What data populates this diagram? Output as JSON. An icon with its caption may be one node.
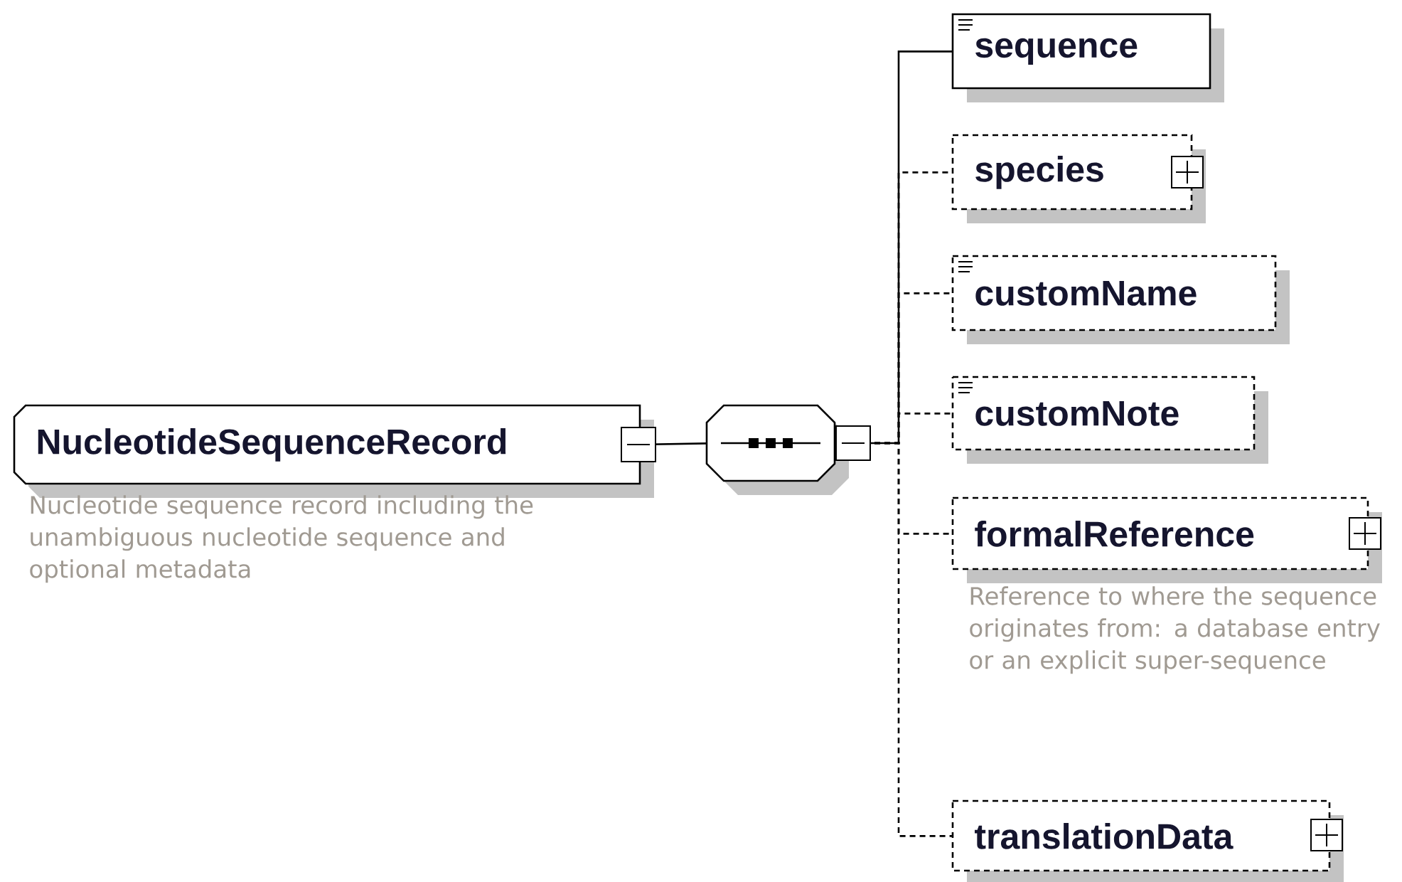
{
  "diagram": {
    "nodes": [
      {
        "text": [
          "NucleotideSequenceRecord"
        ],
        "beside": [
          "Nucleotide sequence record including the unambiguous nucleotide sequence and optional metadata"
        ]
      },
      {
        "text": [],
        "shape": "octagon"
      },
      {
        "text": [
          "sequence"
        ]
      },
      {
        "text": [
          "species"
        ]
      },
      {
        "text": [
          "customName"
        ]
      },
      {
        "text": [
          "customNote"
        ]
      },
      {
        "text": [
          "formalReference"
        ],
        "beside": [
          "Reference to where the sequence originates from: a database entry or an explicit super-sequence"
        ]
      },
      {
        "text": [
          "translationData"
        ]
      }
    ],
    "edges": [
      {
        "from": 0,
        "to": 1,
        "arrow": "other"
      },
      {
        "from": 1,
        "to": 2,
        "arrow": "other"
      },
      {
        "from": 1,
        "to": 3,
        "arrow": "other",
        "style": "dashed"
      },
      {
        "from": 1,
        "to": 4,
        "arrow": "other",
        "style": "dashed"
      },
      {
        "from": 1,
        "to": 5,
        "arrow": "other",
        "style": "dashed"
      },
      {
        "from": 1,
        "to": 6,
        "arrow": "other",
        "style": "dashed"
      },
      {
        "from": 1,
        "to": 7,
        "arrow": "other",
        "style": "dashed"
      }
    ]
  }
}
